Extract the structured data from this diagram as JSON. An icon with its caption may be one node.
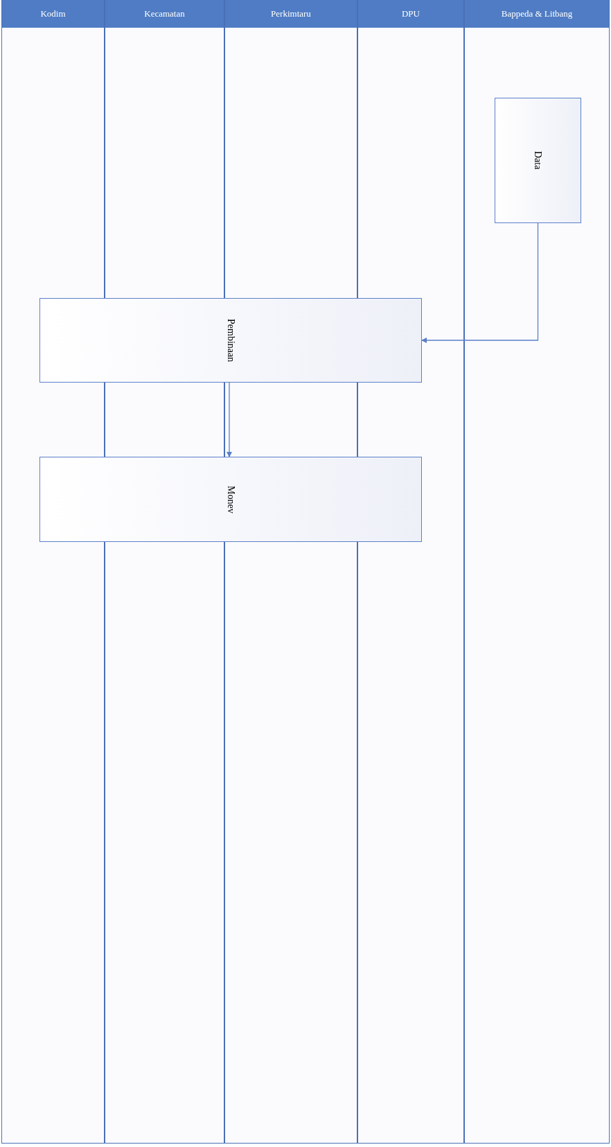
{
  "diagram": {
    "nodes": [
      {
        "text": [
          "Kodim"
        ]
      },
      {
        "text": [
          "Kecamatan"
        ]
      },
      {
        "text": [
          "Perkimtaru"
        ]
      },
      {
        "text": [
          "DPU"
        ]
      },
      {
        "text": [
          "Bappeda & Litbang"
        ]
      },
      {
        "text": [
          "Data"
        ]
      },
      {
        "text": [
          "Pembinaan"
        ]
      },
      {
        "text": [
          "Monev"
        ]
      }
    ],
    "edges": [
      {
        "from": 5,
        "to": 6,
        "arrow": "to"
      },
      {
        "from": 6,
        "to": 7,
        "arrow": "to"
      }
    ]
  }
}
